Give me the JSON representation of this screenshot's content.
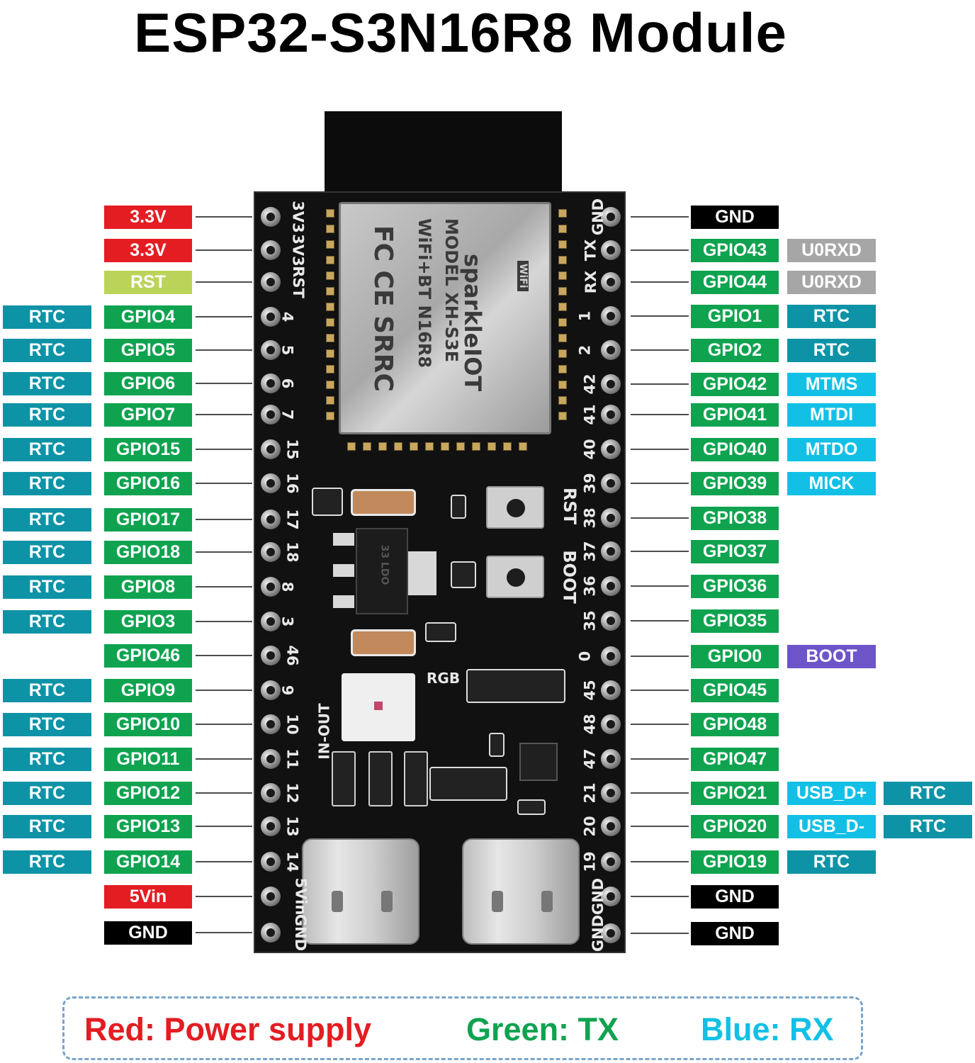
{
  "title": "ESP32-S3N16R8 Module",
  "colors": {
    "power_red": "#e31d22",
    "gpio_green": "#0fa350",
    "rtc_teal": "#0e93a6",
    "rx_blue": "#12c0e6",
    "uart_gray": "#a6a6a6",
    "rst_lime": "#bcd35a",
    "gnd_black": "#000000",
    "boot_purple": "#6d54c9"
  },
  "left_pins": [
    {
      "name": "3.3V",
      "kind": "power_red",
      "silk": "3V3"
    },
    {
      "name": "3.3V",
      "kind": "power_red",
      "silk": "3V3"
    },
    {
      "name": "RST",
      "kind": "rst_lime",
      "silk": "RST"
    },
    {
      "name": "GPIO4",
      "kind": "gpio_green",
      "extra": "RTC",
      "silk": "4"
    },
    {
      "name": "GPIO5",
      "kind": "gpio_green",
      "extra": "RTC",
      "silk": "5"
    },
    {
      "name": "GPIO6",
      "kind": "gpio_green",
      "extra": "RTC",
      "silk": "6"
    },
    {
      "name": "GPIO7",
      "kind": "gpio_green",
      "extra": "RTC",
      "silk": "7"
    },
    {
      "name": "GPIO15",
      "kind": "gpio_green",
      "extra": "RTC",
      "silk": "15"
    },
    {
      "name": "GPIO16",
      "kind": "gpio_green",
      "extra": "RTC",
      "silk": "16"
    },
    {
      "name": "GPIO17",
      "kind": "gpio_green",
      "extra": "RTC",
      "silk": "17"
    },
    {
      "name": "GPIO18",
      "kind": "gpio_green",
      "extra": "RTC",
      "silk": "18"
    },
    {
      "name": "GPIO8",
      "kind": "gpio_green",
      "extra": "RTC",
      "silk": "8"
    },
    {
      "name": "GPIO3",
      "kind": "gpio_green",
      "extra": "RTC",
      "silk": "3"
    },
    {
      "name": "GPIO46",
      "kind": "gpio_green",
      "silk": "46"
    },
    {
      "name": "GPIO9",
      "kind": "gpio_green",
      "extra": "RTC",
      "silk": "9"
    },
    {
      "name": "GPIO10",
      "kind": "gpio_green",
      "extra": "RTC",
      "silk": "10"
    },
    {
      "name": "GPIO11",
      "kind": "gpio_green",
      "extra": "RTC",
      "silk": "11"
    },
    {
      "name": "GPIO12",
      "kind": "gpio_green",
      "extra": "RTC",
      "silk": "12"
    },
    {
      "name": "GPIO13",
      "kind": "gpio_green",
      "extra": "RTC",
      "silk": "13"
    },
    {
      "name": "GPIO14",
      "kind": "gpio_green",
      "extra": "RTC",
      "silk": "14"
    },
    {
      "name": "5Vin",
      "kind": "power_red",
      "silk": "5Vin"
    },
    {
      "name": "GND",
      "kind": "gnd_black",
      "silk": "GND"
    }
  ],
  "right_pins": [
    {
      "name": "GND",
      "kind": "gnd_black",
      "silk": "GND"
    },
    {
      "name": "GPIO43",
      "kind": "gpio_green",
      "alts": [
        {
          "text": "U0RXD",
          "kind": "uart_gray"
        }
      ],
      "silk": "TX"
    },
    {
      "name": "GPIO44",
      "kind": "gpio_green",
      "alts": [
        {
          "text": "U0RXD",
          "kind": "uart_gray"
        }
      ],
      "silk": "RX"
    },
    {
      "name": "GPIO1",
      "kind": "gpio_green",
      "alts": [
        {
          "text": "RTC",
          "kind": "rtc_teal"
        }
      ],
      "silk": "1"
    },
    {
      "name": "GPIO2",
      "kind": "gpio_green",
      "alts": [
        {
          "text": "RTC",
          "kind": "rtc_teal"
        }
      ],
      "silk": "2"
    },
    {
      "name": "GPIO42",
      "kind": "gpio_green",
      "alts": [
        {
          "text": "MTMS",
          "kind": "rx_blue"
        }
      ],
      "silk": "42"
    },
    {
      "name": "GPIO41",
      "kind": "gpio_green",
      "alts": [
        {
          "text": "MTDI",
          "kind": "rx_blue"
        }
      ],
      "silk": "41"
    },
    {
      "name": "GPIO40",
      "kind": "gpio_green",
      "alts": [
        {
          "text": "MTDO",
          "kind": "rx_blue"
        }
      ],
      "silk": "40"
    },
    {
      "name": "GPIO39",
      "kind": "gpio_green",
      "alts": [
        {
          "text": "MICK",
          "kind": "rx_blue"
        }
      ],
      "silk": "39"
    },
    {
      "name": "GPIO38",
      "kind": "gpio_green",
      "silk": "38"
    },
    {
      "name": "GPIO37",
      "kind": "gpio_green",
      "silk": "37"
    },
    {
      "name": "GPIO36",
      "kind": "gpio_green",
      "silk": "36"
    },
    {
      "name": "GPIO35",
      "kind": "gpio_green",
      "silk": "35"
    },
    {
      "name": "GPIO0",
      "kind": "gpio_green",
      "alts": [
        {
          "text": "BOOT",
          "kind": "boot_purple"
        }
      ],
      "silk": "0"
    },
    {
      "name": "GPIO45",
      "kind": "gpio_green",
      "silk": "45"
    },
    {
      "name": "GPIO48",
      "kind": "gpio_green",
      "silk": "48"
    },
    {
      "name": "GPIO47",
      "kind": "gpio_green",
      "silk": "47"
    },
    {
      "name": "GPIO21",
      "kind": "gpio_green",
      "alts": [
        {
          "text": "USB_D+",
          "kind": "rx_blue"
        },
        {
          "text": "RTC",
          "kind": "rtc_teal"
        }
      ],
      "silk": "21"
    },
    {
      "name": "GPIO20",
      "kind": "gpio_green",
      "alts": [
        {
          "text": "USB_D-",
          "kind": "rx_blue"
        },
        {
          "text": "RTC",
          "kind": "rtc_teal"
        }
      ],
      "silk": "20"
    },
    {
      "name": "GPIO19",
      "kind": "gpio_green",
      "alts": [
        {
          "text": "RTC",
          "kind": "rtc_teal"
        }
      ],
      "silk": "19"
    },
    {
      "name": "GND",
      "kind": "gnd_black",
      "silk": "GND"
    },
    {
      "name": "GND",
      "kind": "gnd_black",
      "silk": "GND"
    }
  ],
  "board": {
    "module_lines": [
      "sparkleIOT",
      "MODEL  XH-S3E",
      "WiFi+BT  N16R8",
      "FC CE SRRC"
    ],
    "wifi_badge": "WiFi",
    "rst_label": "RST",
    "boot_label": "BOOT",
    "rgb_label": "RGB",
    "in_out_label": "IN-OUT",
    "regulator_marking": "33 LDO"
  },
  "legend": {
    "red": "Red: Power supply",
    "green": "Green: TX",
    "blue": "Blue: RX"
  }
}
